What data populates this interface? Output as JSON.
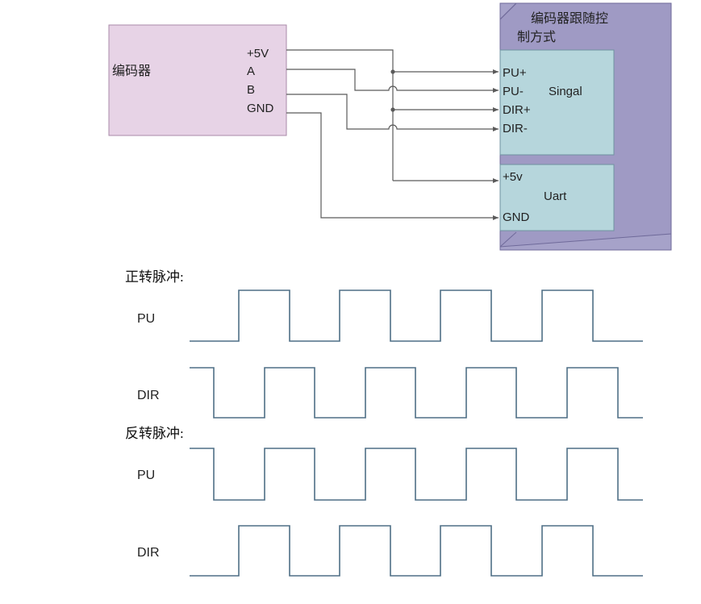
{
  "encoder": {
    "title": "编码器",
    "pins": [
      "+5V",
      "A",
      "B",
      "GND"
    ]
  },
  "controller": {
    "title_line1": "编码器跟随控",
    "title_line2": "制方式",
    "signal_block": {
      "pins": [
        "PU+",
        "PU-",
        "DIR+",
        "DIR-"
      ],
      "label": "Singal"
    },
    "uart_block": {
      "pins": [
        "+5v",
        "GND"
      ],
      "label": "Uart"
    }
  },
  "forward": {
    "title": "正转脉冲:",
    "pu_label": "PU",
    "dir_label": "DIR"
  },
  "reverse": {
    "title": "反转脉冲:",
    "pu_label": "PU",
    "dir_label": "DIR"
  },
  "colors": {
    "encoder_fill": "#e7d3e6",
    "encoder_border": "#a98aa8",
    "controller_fill": "#a6a2c9",
    "controller_border": "#6f6a9a",
    "block_fill": "#b6d6dc",
    "block_border": "#6f92a0",
    "wire": "#5a5a5a",
    "wave": "#4f6f86"
  }
}
